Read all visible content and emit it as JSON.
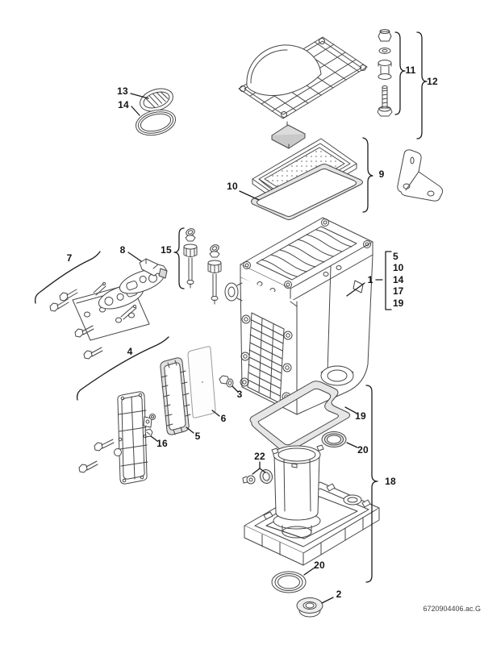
{
  "diagram": {
    "title": "exploded-parts-diagram-heat-exchanger-assembly",
    "document_code": "6720904406.ac.G",
    "colors": {
      "line": "#454545",
      "leader": "#1c1c1c",
      "background": "#ffffff",
      "gasket_fill": "#e6e6e6"
    },
    "callouts": {
      "n1": "1",
      "n2": "2",
      "n3": "3",
      "n4": "4",
      "n5": "5",
      "n6": "6",
      "n7": "7",
      "n8": "8",
      "n9": "9",
      "n10": "10",
      "n11": "11",
      "n12": "12",
      "n13": "13",
      "n14": "14",
      "n15": "15",
      "n16": "16",
      "n18": "18",
      "n19": "19",
      "n20a": "20",
      "n20b": "20",
      "n22": "22"
    },
    "assembly_1_refs": [
      "5",
      "10",
      "14",
      "17",
      "19"
    ]
  }
}
